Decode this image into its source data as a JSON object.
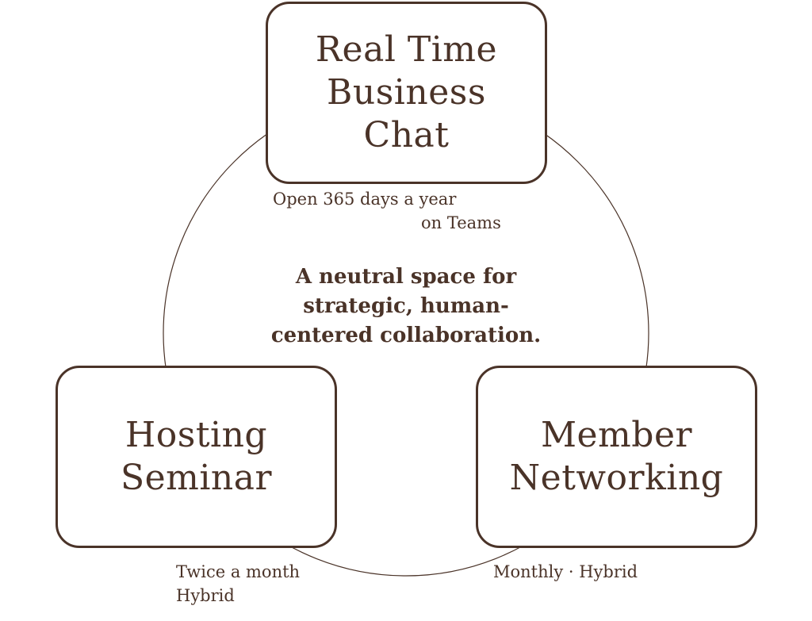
{
  "colors": {
    "ink": "#4a3328",
    "background": "#ffffff"
  },
  "boxes": {
    "top": {
      "title": "Real Time\nBusiness\nChat"
    },
    "left": {
      "title": "Hosting\nSeminar"
    },
    "right": {
      "title": "Member\nNetworking"
    }
  },
  "notes": {
    "top_line1": "Open 365 days a year",
    "top_line2": "on Teams",
    "left_line1": "Twice a month",
    "left_line2": "Hybrid",
    "right_line1": "Monthly · Hybrid"
  },
  "center": {
    "line1": "A neutral space for",
    "line2": "strategic, human-",
    "line3": "centered collaboration."
  }
}
